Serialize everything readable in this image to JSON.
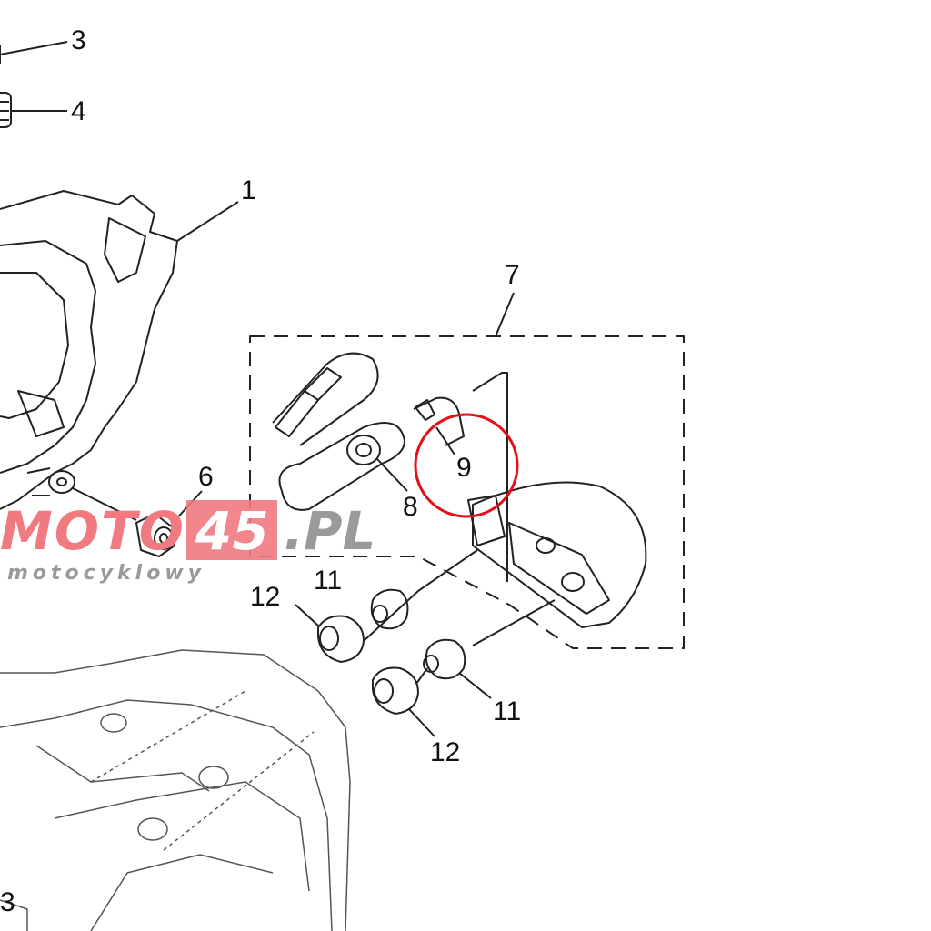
{
  "callouts": {
    "c3_top": "3",
    "c4": "4",
    "c1": "1",
    "c7": "7",
    "c6": "6",
    "c9": "9",
    "c8": "8",
    "c11_upper": "11",
    "c12_upper": "12",
    "c11_lower": "11",
    "c12_lower": "12",
    "c3_bottom": "3"
  },
  "highlight": {
    "target_part": "9",
    "color": "#e3101a"
  },
  "watermark": {
    "moto": "MOTO",
    "num": "45",
    "domain": ".PL",
    "tagline": "motocyklowy",
    "brand_color": "#f07a80",
    "gray": "#9a9a9a"
  }
}
